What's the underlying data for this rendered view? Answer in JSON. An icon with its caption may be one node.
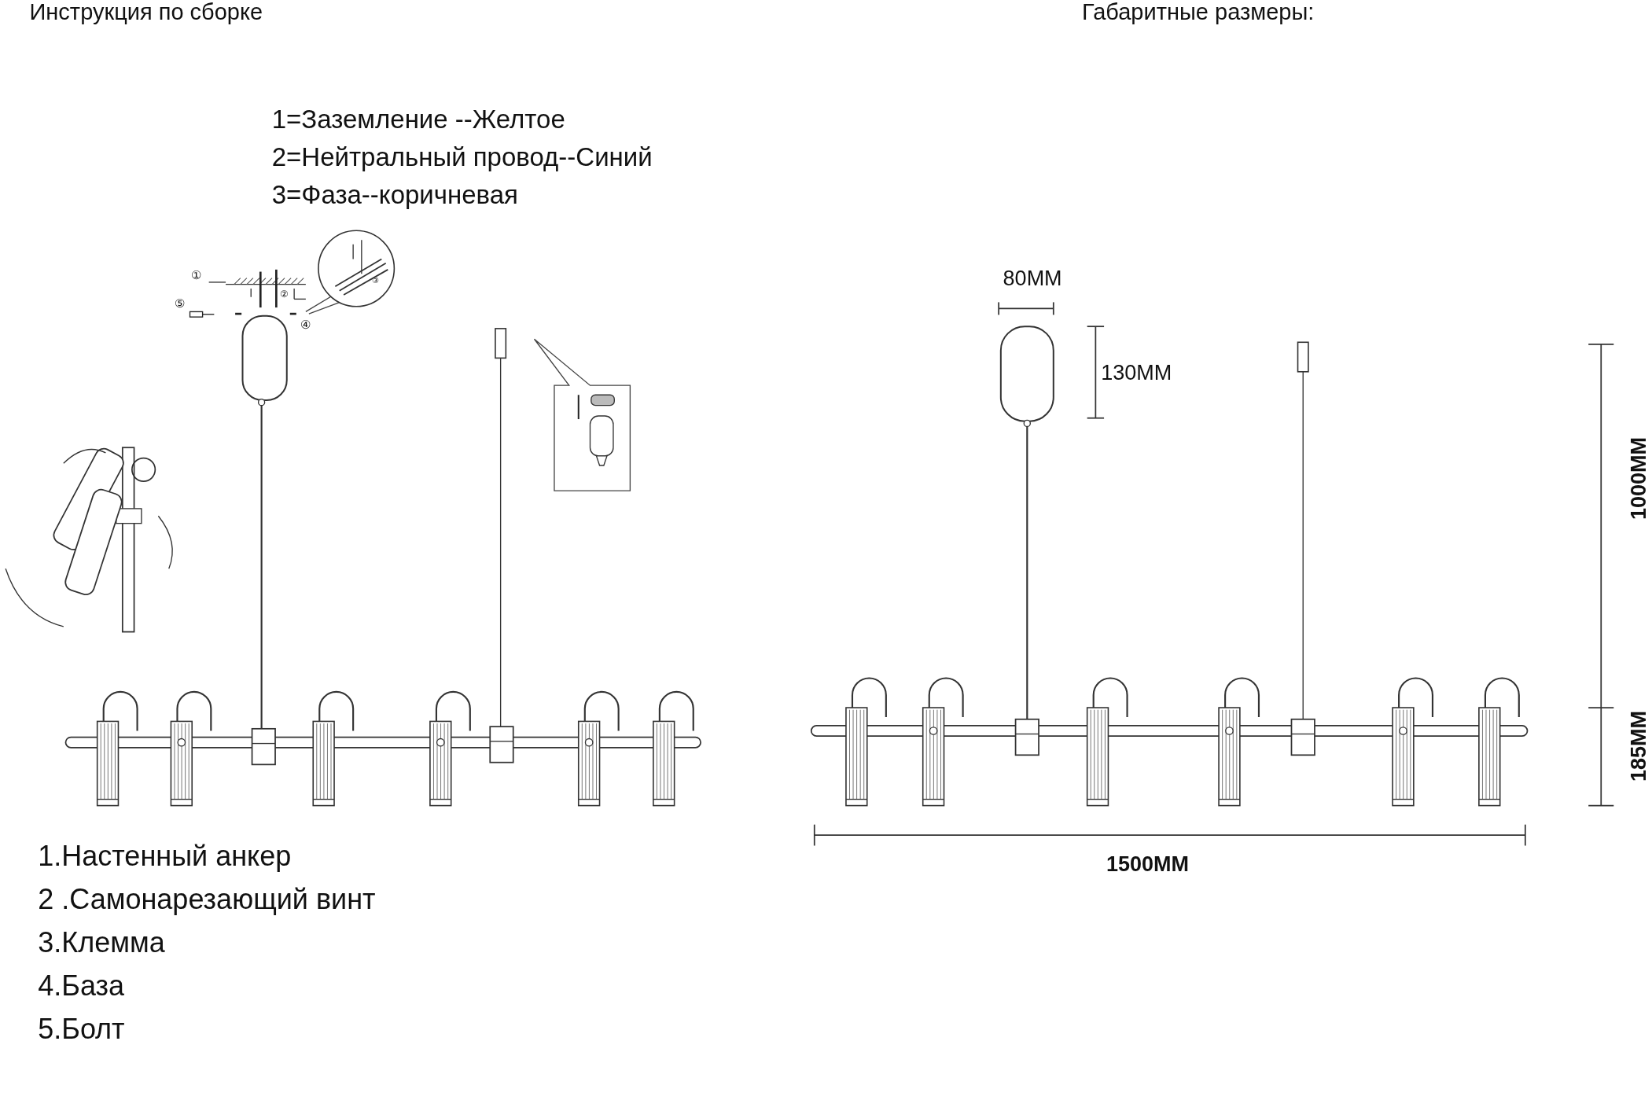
{
  "diagram": {
    "labels": [
      "Инструкция по сборке",
      "Габаритные размеры:",
      "1=Заземление --Желтое",
      "2=Нейтральный провод--Синий",
      "3=Фаза--коричневая",
      "①",
      "③",
      "⑤",
      "②",
      "④",
      "80MM",
      "130MM",
      "1000MM",
      "185MM",
      "1500MM",
      "1.Настенный анкер",
      "2 .Самонарезающий винт",
      "3.Клемма",
      "4.База",
      "5.Болт"
    ]
  }
}
